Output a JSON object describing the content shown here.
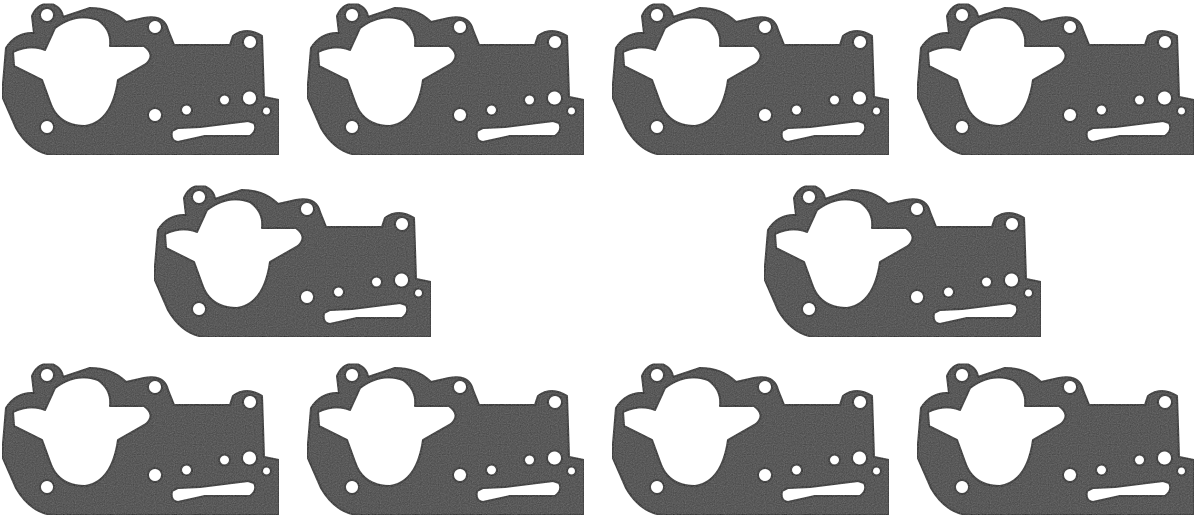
{
  "image": {
    "subject": "gasket-set",
    "gasket_count": 10,
    "rows": [
      4,
      2,
      4
    ],
    "colors": {
      "background": "#ffffff",
      "gasket_fill": "#3d3d3d",
      "gasket_edge": "#151515"
    }
  }
}
